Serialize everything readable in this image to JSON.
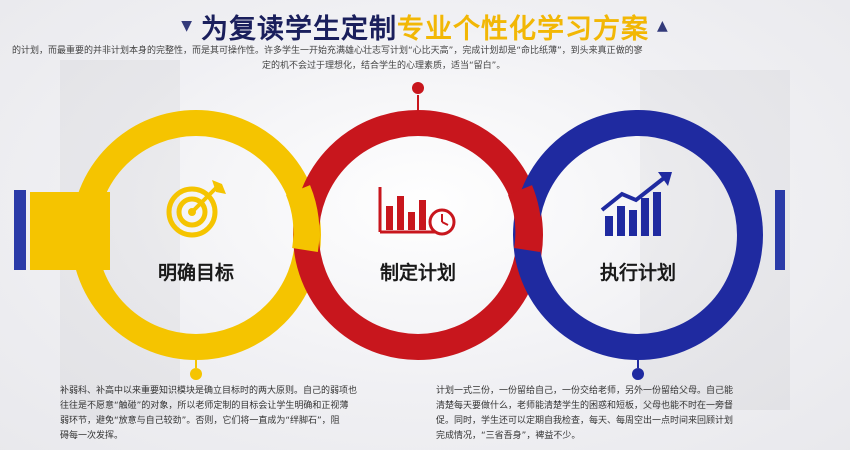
{
  "title": {
    "part1": "为复读学生定制",
    "part2": "专业个性化学习方案"
  },
  "intro": {
    "line1": "的计划，而最重要的并非计划本身的完整性，而是其可操作性。许多学生一开始充满雄心壮志写计划“心比天高”，完成计划却是“命比纸薄”，到头来真正做的寥",
    "line2": "定的机不会过于理想化，结合学生的心理素质，适当“留白”。"
  },
  "rings": [
    {
      "label": "明确目标",
      "color": "#f5c400",
      "icon": "target-icon"
    },
    {
      "label": "制定计划",
      "color": "#c8161d",
      "icon": "bar-chart-clock-icon"
    },
    {
      "label": "执行计划",
      "color": "#1f2aa0",
      "icon": "rising-chart-icon"
    }
  ],
  "para_left": {
    "l1": "补弱科、补高中以来重要知识模块是确立目标时的两大原则。自己的弱项也",
    "l2": "往往是不愿意“触碰”的对象，所以老师定制的目标会让学生明确和正视薄",
    "l3": "弱环节，避免“放意与自己较劲”。否则，它们将一直成为“绊脚石”，阻",
    "l4": "碍每一次发挥。"
  },
  "para_right": {
    "l1": "计划一式三份，一份留给自己，一份交给老师，另外一份留给父母。自己能",
    "l2": "清楚每天要做什么，老师能清楚学生的困惑和短板，父母也能不时在一旁督",
    "l3": "促。同时，学生还可以定期自我检查，每天、每周空出一点时间来回顾计划",
    "l4": "完成情况，“三省吾身”，裨益不少。"
  }
}
